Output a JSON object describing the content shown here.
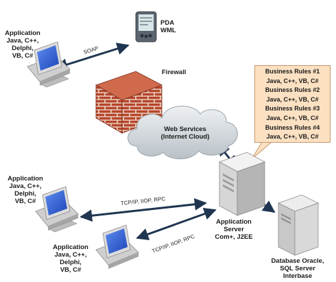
{
  "nodes": {
    "app_top_left": {
      "lines": [
        "Application",
        "Java, C++,",
        "Delphi,",
        "VB, C#"
      ]
    },
    "pda": {
      "lines": [
        "PDA",
        "WML"
      ]
    },
    "firewall": {
      "label": "Firewall"
    },
    "web_services": {
      "lines": [
        "Web Services",
        "(Internet Cloud)"
      ]
    },
    "app_server": {
      "lines": [
        "Application",
        "Server",
        "Com+, J2EE"
      ]
    },
    "database": {
      "lines": [
        "Database Oracle,",
        "SQL Server",
        "Interbase"
      ]
    },
    "app_mid_left": {
      "lines": [
        "Application",
        "Java, C++,",
        "Delphi,",
        "VB, C#"
      ]
    },
    "app_bottom": {
      "lines": [
        "Application",
        "Java, C++,",
        "Delphi,",
        "VB, C#"
      ]
    }
  },
  "connections": {
    "soap": "SOAP",
    "tcp_mid": "TCP/IP, IIOP, RPC",
    "tcp_bottom": "TCP/IP, IIOP, RPC"
  },
  "business_rules": [
    "Business Rules #1",
    "Java, C++, VB, C#",
    "Business Rules #2",
    "Java, C++, VB, C#",
    "Business Rules #3",
    "Java, C++, VB, C#",
    "Business Rules #4",
    "Java, C++, VB, C#"
  ],
  "colors": {
    "rules_box": "#fbe1c2",
    "brick": "#b8452c",
    "mortar": "#e9d9c8",
    "cloud": "#d2d8dc",
    "arrow": "#1f3550",
    "screen": "#2a5fd8"
  }
}
